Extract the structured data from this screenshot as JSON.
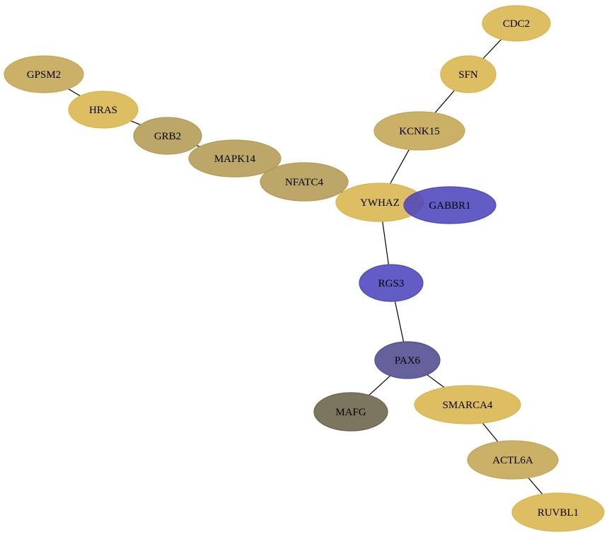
{
  "palette": {
    "gold": "#dab54c",
    "tan": "#c4a552",
    "olive": "#b39b54",
    "blue": "#4d46bd",
    "navy": "#4f4b8f",
    "dark_olive": "#6b6349"
  },
  "nodes": [
    {
      "id": "CDC2",
      "label": "CDC2",
      "color": "gold"
    },
    {
      "id": "SFN",
      "label": "SFN",
      "color": "gold"
    },
    {
      "id": "GPSM2",
      "label": "GPSM2",
      "color": "tan"
    },
    {
      "id": "HRAS",
      "label": "HRAS",
      "color": "gold"
    },
    {
      "id": "GRB2",
      "label": "GRB2",
      "color": "olive"
    },
    {
      "id": "KCNK15",
      "label": "KCNK15",
      "color": "tan"
    },
    {
      "id": "MAPK14",
      "label": "MAPK14",
      "color": "olive"
    },
    {
      "id": "NFATC4",
      "label": "NFATC4",
      "color": "olive"
    },
    {
      "id": "YWHAZ",
      "label": "YWHAZ",
      "color": "gold"
    },
    {
      "id": "GABBR1",
      "label": "GABBR1",
      "color": "blue"
    },
    {
      "id": "RGS3",
      "label": "RGS3",
      "color": "blue"
    },
    {
      "id": "PAX6",
      "label": "PAX6",
      "color": "navy"
    },
    {
      "id": "MAFG",
      "label": "MAFG",
      "color": "dark_olive"
    },
    {
      "id": "SMARCA4",
      "label": "SMARCA4",
      "color": "gold"
    },
    {
      "id": "ACTL6A",
      "label": "ACTL6A",
      "color": "tan"
    },
    {
      "id": "RUVBL1",
      "label": "RUVBL1",
      "color": "gold"
    }
  ],
  "edges": [
    [
      "CDC2",
      "SFN"
    ],
    [
      "SFN",
      "KCNK15"
    ],
    [
      "KCNK15",
      "YWHAZ"
    ],
    [
      "GPSM2",
      "HRAS"
    ],
    [
      "HRAS",
      "GRB2"
    ],
    [
      "GRB2",
      "MAPK14"
    ],
    [
      "MAPK14",
      "NFATC4"
    ],
    [
      "NFATC4",
      "YWHAZ"
    ],
    [
      "YWHAZ",
      "GABBR1"
    ],
    [
      "YWHAZ",
      "RGS3"
    ],
    [
      "RGS3",
      "PAX6"
    ],
    [
      "PAX6",
      "MAFG"
    ],
    [
      "PAX6",
      "SMARCA4"
    ],
    [
      "SMARCA4",
      "ACTL6A"
    ],
    [
      "ACTL6A",
      "RUVBL1"
    ]
  ]
}
